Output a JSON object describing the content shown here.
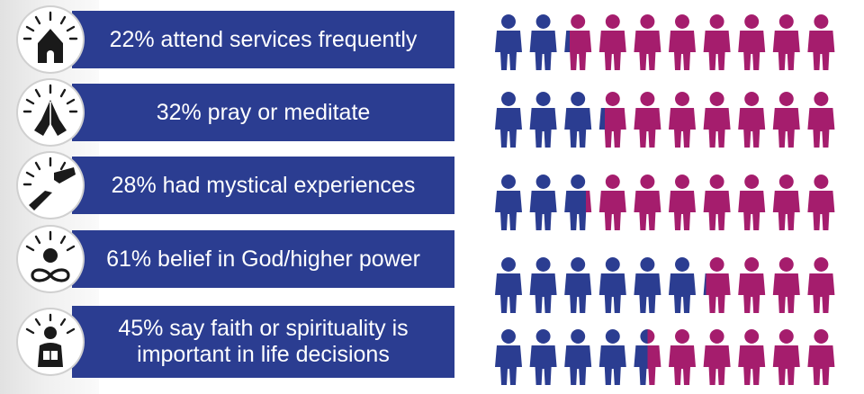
{
  "stats": [
    {
      "text": "22% attend services frequently",
      "percent": 22,
      "icon": "church-icon",
      "people_shown": 10,
      "filled_of_10": 2.2
    },
    {
      "text": "32% pray or meditate",
      "percent": 32,
      "icon": "praying-hands-icon",
      "people_shown": 10,
      "filled_of_10": 3.2
    },
    {
      "text": "28% had mystical experiences",
      "percent": 28,
      "icon": "reaching-hands-icon",
      "people_shown": 10,
      "filled_of_10": 2.8
    },
    {
      "text": "61% belief in God/higher power",
      "percent": 61,
      "icon": "infinity-icon",
      "people_shown": 10,
      "filled_of_10": 6.1
    },
    {
      "text": "45% say faith or spirituality is important in life decisions",
      "percent": 45,
      "icon": "person-with-book-icon",
      "people_shown": 10,
      "filled_of_10": 4.5
    }
  ],
  "colors": {
    "bar": "#2b3d91",
    "bar_text": "#ffffff",
    "person_filled": "#2b3d91",
    "person_empty": "#a51d6d",
    "icon": "#1a1a1a"
  }
}
